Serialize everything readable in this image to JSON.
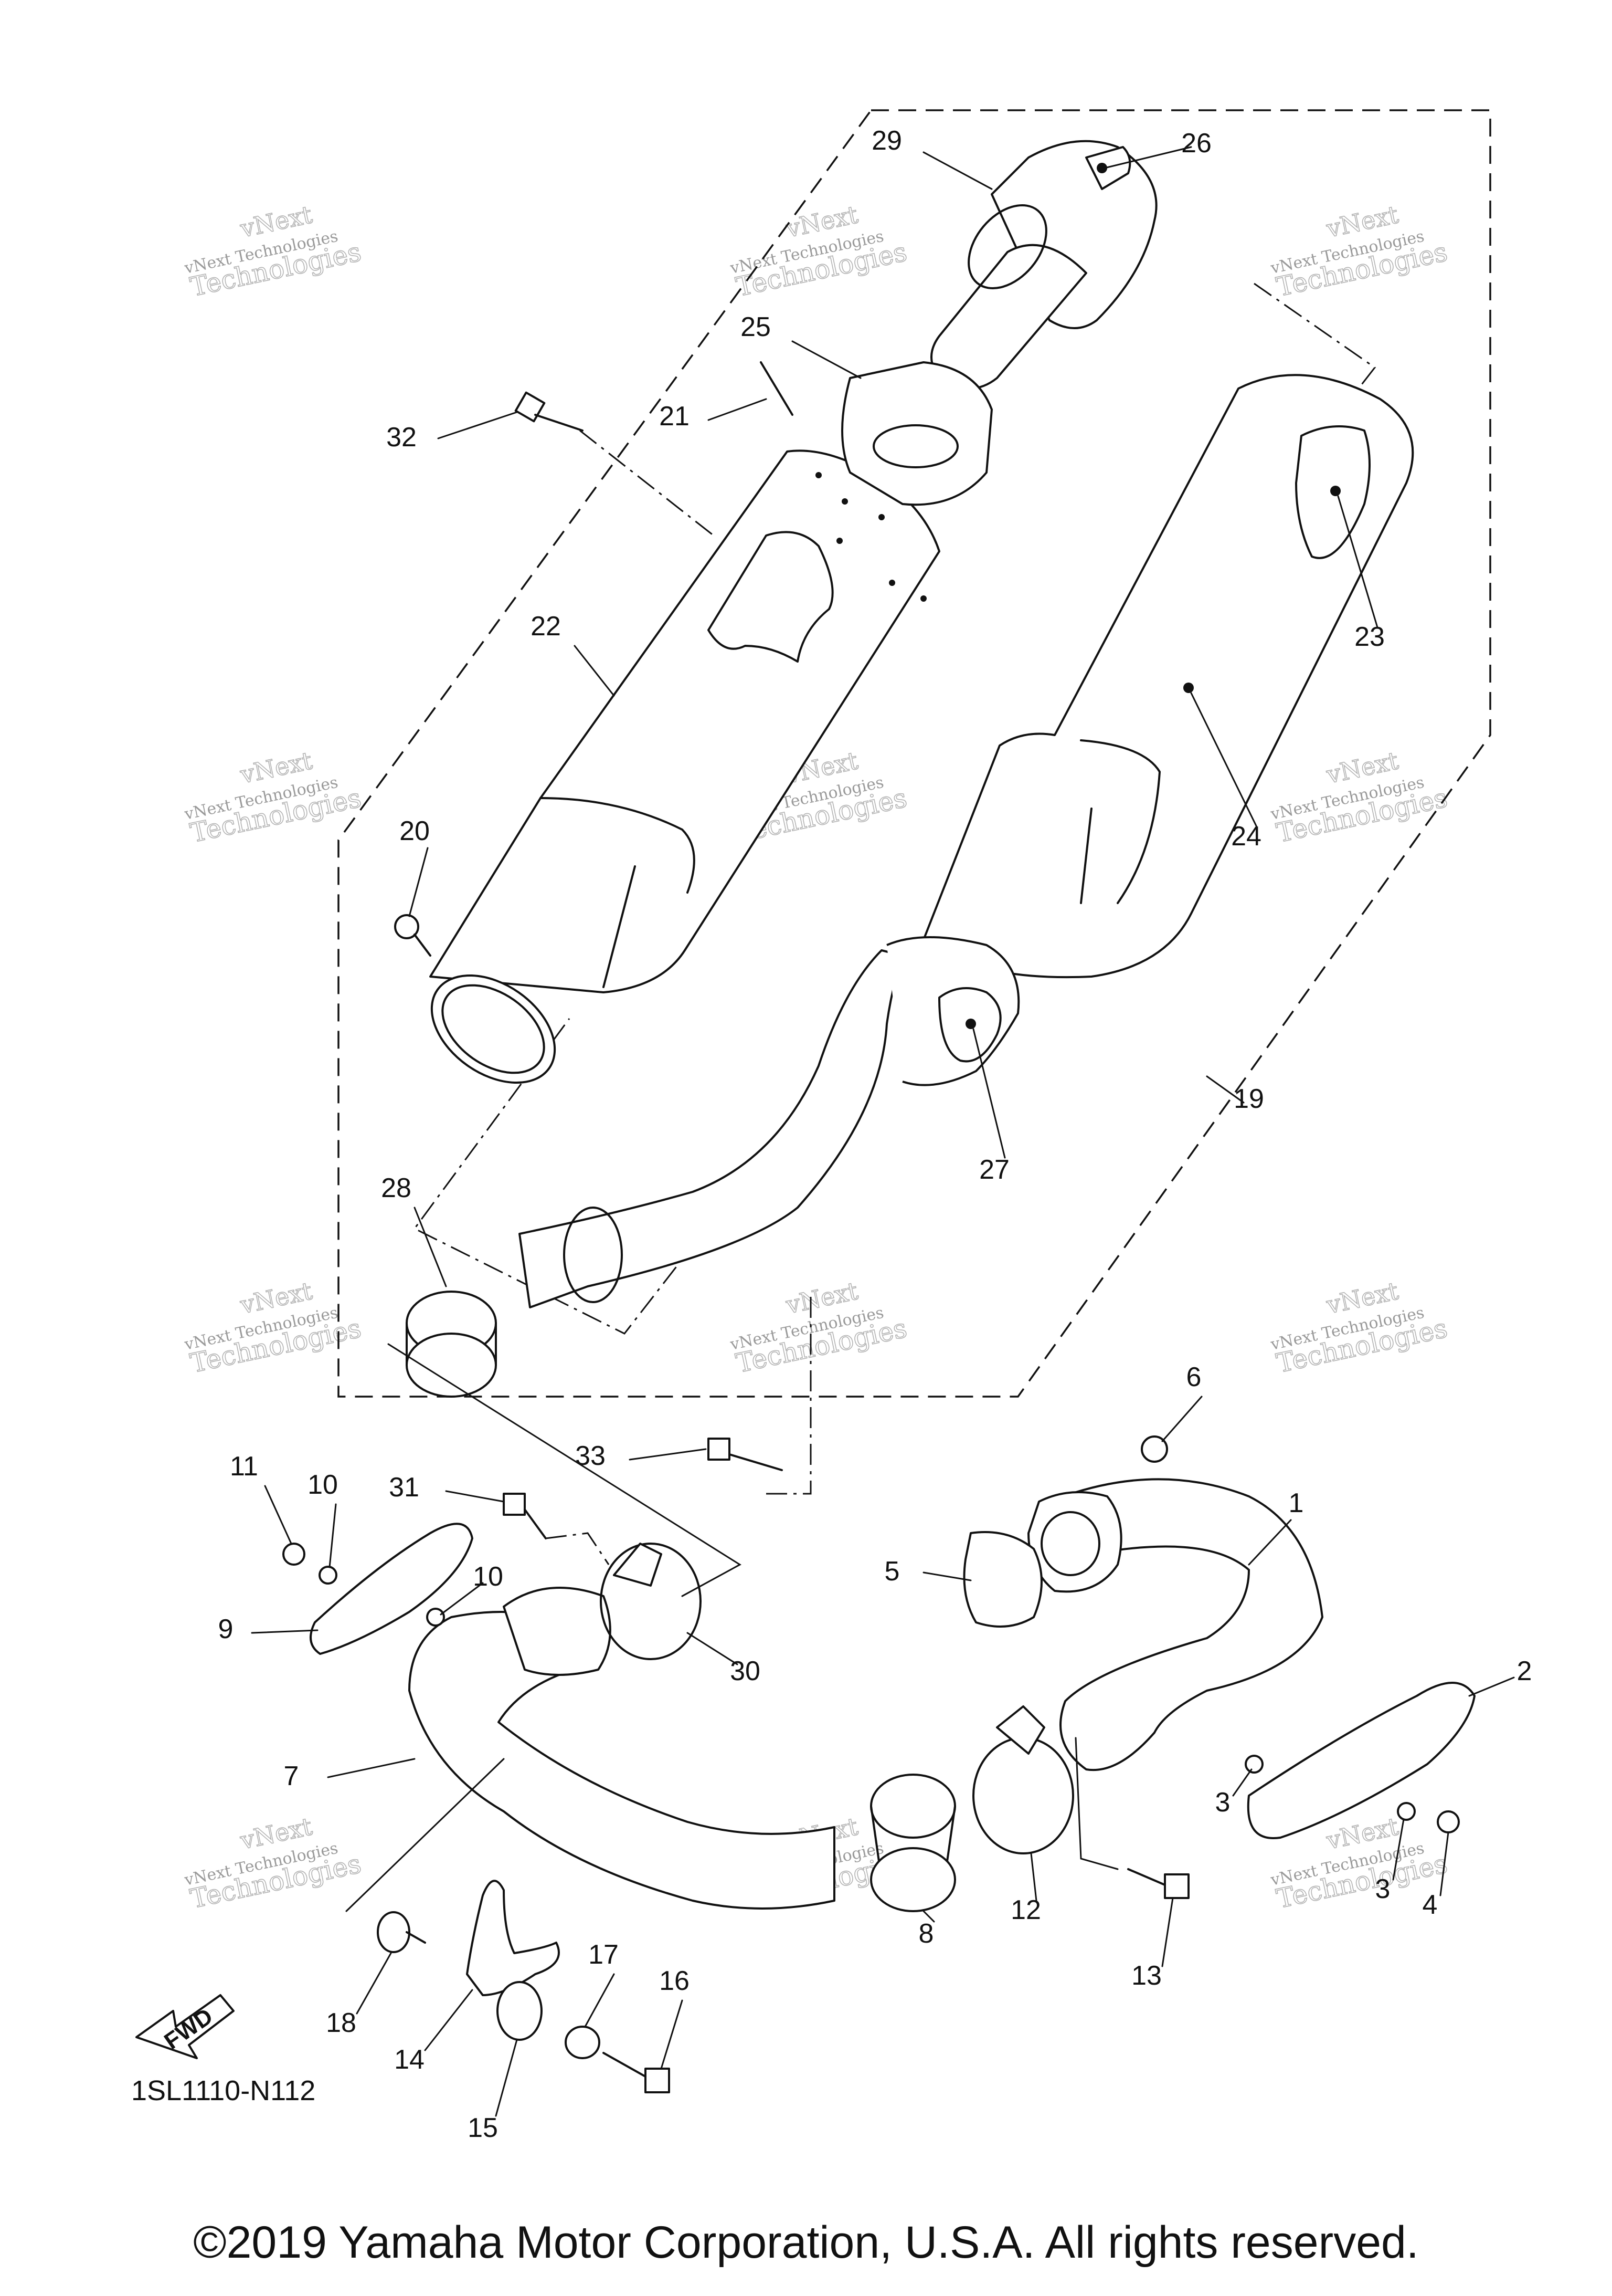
{
  "diagram": {
    "part_numbers": [
      "1",
      "2",
      "3",
      "3",
      "4",
      "5",
      "6",
      "7",
      "8",
      "9",
      "10",
      "10",
      "11",
      "12",
      "13",
      "14",
      "15",
      "16",
      "17",
      "18",
      "19",
      "20",
      "21",
      "22",
      "23",
      "24",
      "25",
      "26",
      "27",
      "28",
      "29",
      "30",
      "31",
      "32",
      "33"
    ],
    "watermark": {
      "line1": "vNext",
      "line2": "vNext Technologies",
      "line3": "Technologies"
    },
    "fwd_label": "FWD",
    "diagram_code": "1SL1110-N112",
    "copyright": "©2019 Yamaha Motor Corporation, U.S.A. All rights reserved."
  }
}
